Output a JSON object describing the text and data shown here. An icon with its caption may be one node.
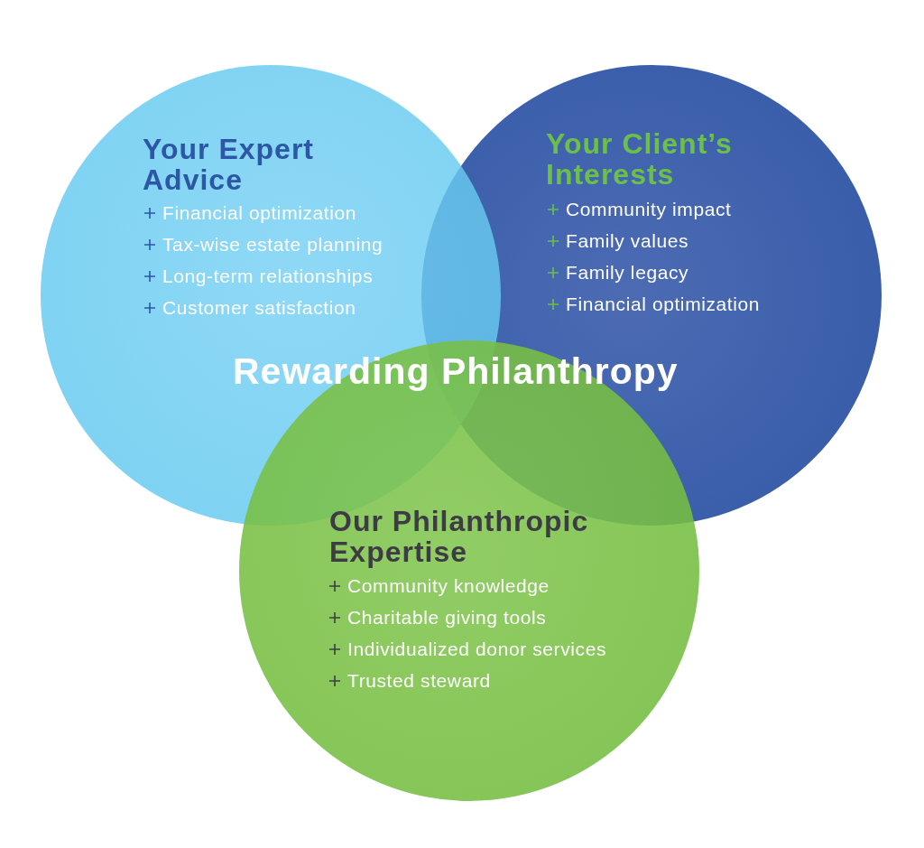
{
  "diagram": {
    "nodes": [
      {
        "text": [
          "Your Expert Advice",
          "Financial optimization",
          "Tax-wise estate planning",
          "Long-term relationships",
          "Customer satisfaction"
        ]
      },
      {
        "text": [
          "Your Client’s Interests",
          "Community impact",
          "Family values",
          "Family legacy",
          "Financial optimization"
        ]
      },
      {
        "text": [
          "Our Philanthropic Expertise",
          "Community knowledge",
          "Charitable giving tools",
          "Individualized donor services",
          "Trusted steward"
        ]
      }
    ],
    "labels": [
      "Rewarding Philanthropy"
    ]
  }
}
